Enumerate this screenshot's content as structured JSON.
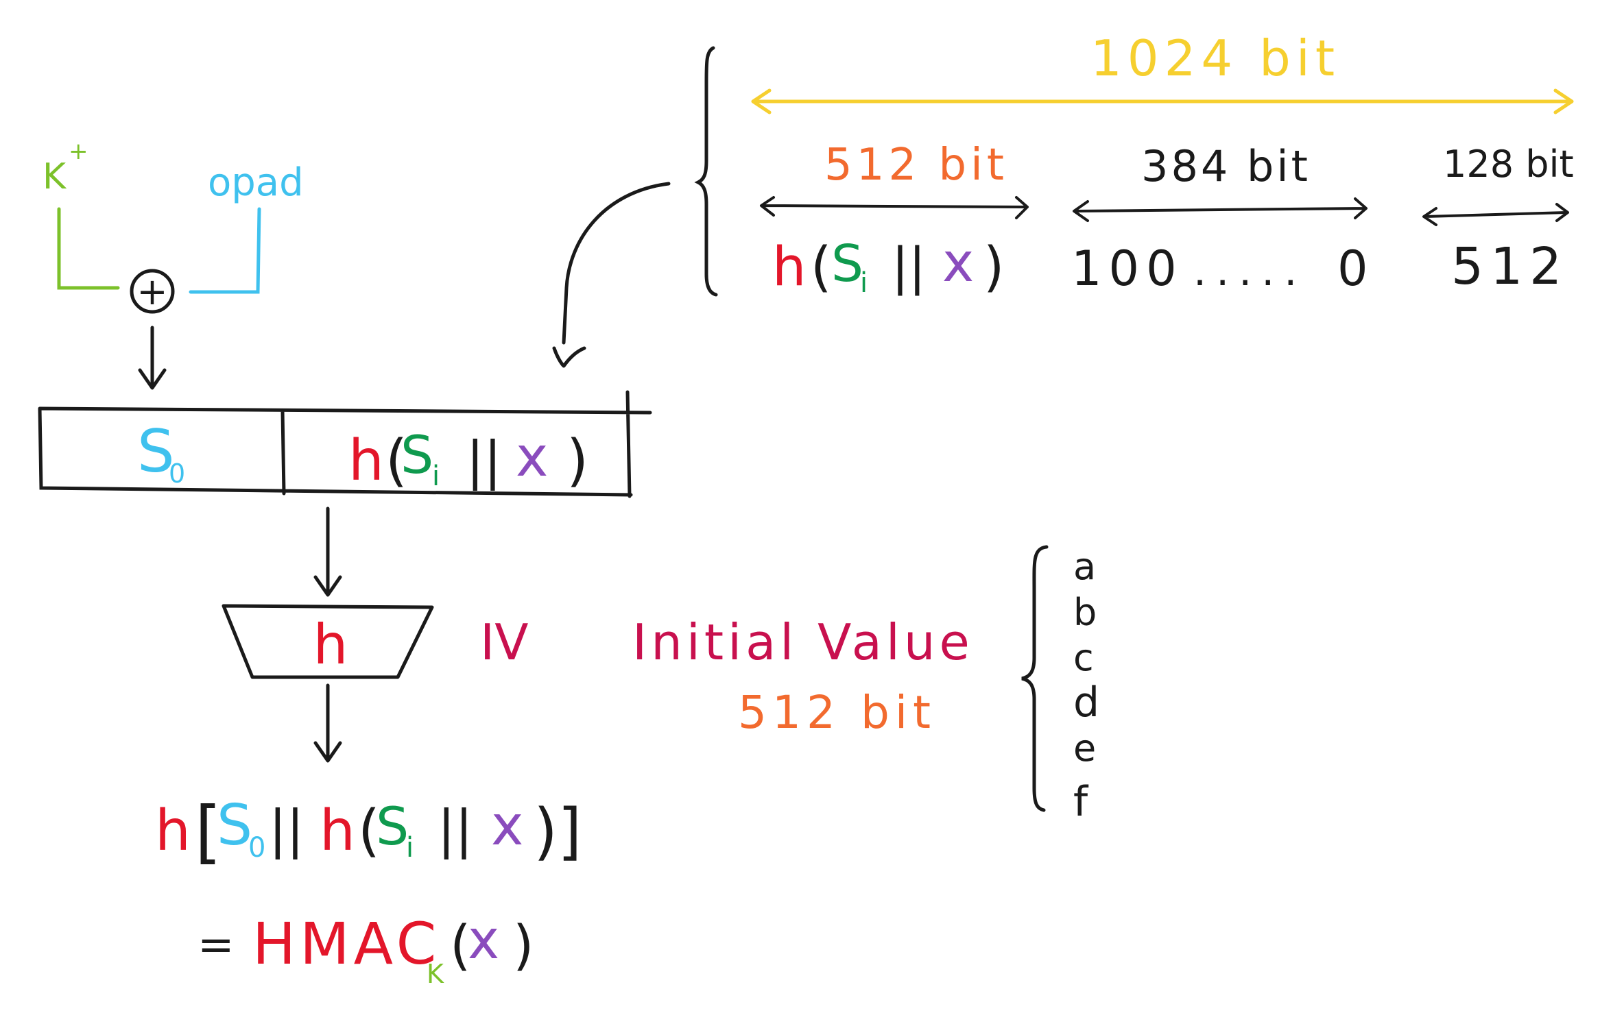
{
  "colors": {
    "ink": "#1a1a1a",
    "green": "#7cc12a",
    "cyan": "#3fc1ee",
    "red": "#e3162a",
    "dgreen": "#0f9a4e",
    "purple": "#8a4cbd",
    "orange": "#f26a2e",
    "yellow": "#f6cf2f",
    "magenta": "#c8104e"
  },
  "xor": {
    "key_label": "K",
    "key_sup": "+",
    "pad_label": "opad",
    "op_symbol": "+"
  },
  "block": {
    "s0_letter": "S",
    "s0_sub": "0",
    "h_letter": "h",
    "open_paren": "(",
    "si_letter": "S",
    "si_sub": "i",
    "concat": "||",
    "x_letter": "x",
    "close_paren": ")"
  },
  "hash_box": {
    "label": "h"
  },
  "iv": {
    "abbr": "IV",
    "title": "Initial Value",
    "size": "512 bit",
    "registers": [
      "a",
      "b",
      "c",
      "d",
      "e",
      "f"
    ]
  },
  "result": {
    "h": "h",
    "open_bracket": "[",
    "s0": "S",
    "s0_sub": "0",
    "concat1": "||",
    "h2": "h",
    "open_paren": "(",
    "si": "S",
    "si_sub": "i",
    "concat2": "||",
    "x": "x",
    "close": ")]",
    "equals": "=",
    "hmac": "HMAC",
    "hmac_sub": "K",
    "arg_open": "(",
    "arg_x": "x",
    "arg_close": ")"
  },
  "padding": {
    "total": "1024 bit",
    "part1_size": "512 bit",
    "part2_size": "384 bit",
    "part3_size": "128 bit",
    "part1_h": "h",
    "part1_open": "(",
    "part1_s": "S",
    "part1_sub": "i",
    "part1_concat": "||",
    "part1_x": "x",
    "part1_close": ")",
    "part2_start": "100",
    "part2_dots": ".....",
    "part2_end": "0",
    "part3_value": "512"
  }
}
